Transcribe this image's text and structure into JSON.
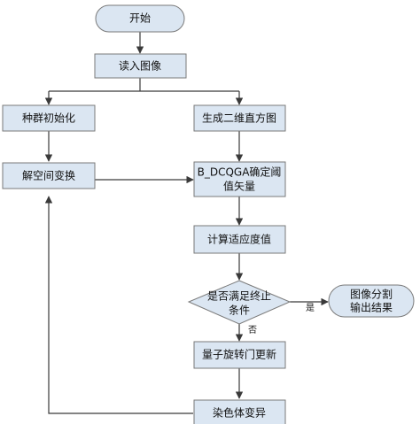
{
  "nodes": {
    "start": "开始",
    "read_image": "读入图像",
    "pop_init": "种群初始化",
    "histogram": "生成二维直方图",
    "decode": "解空间变换",
    "threshold_line1": "B_DCQGA确定阈",
    "threshold_line2": "值矢量",
    "fitness": "计算适应度值",
    "check_line1": "是否满足终止",
    "check_line2": "条件",
    "result_line1": "图像分割",
    "result_line2": "输出结果",
    "rotate": "量子旋转门更新",
    "mutate": "染色体变异"
  },
  "edges": {
    "yes": "是",
    "no": "否"
  },
  "colors": {
    "fill": "#dbe6f2",
    "stroke": "#7a7a7a",
    "line": "#3a3a3a"
  }
}
